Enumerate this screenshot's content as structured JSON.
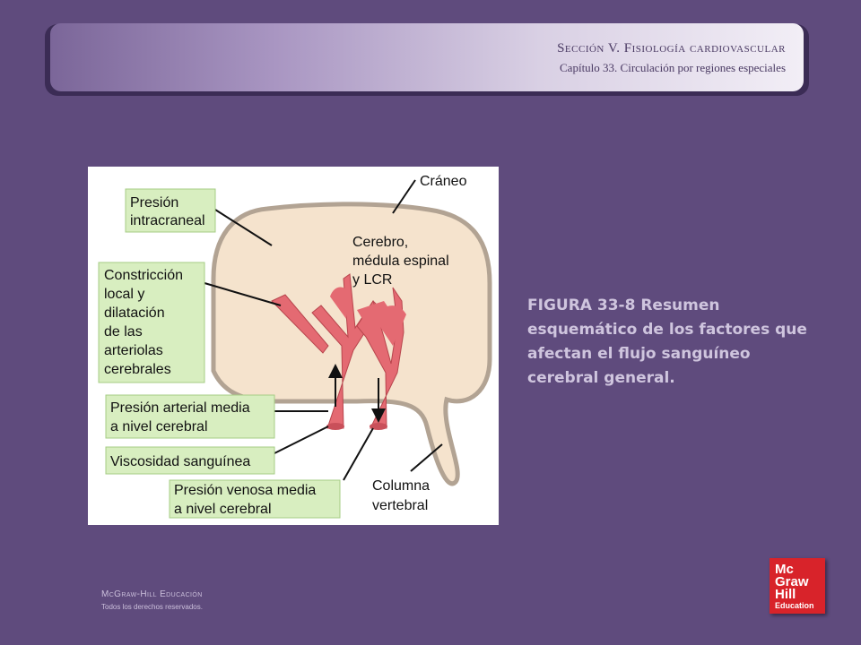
{
  "header": {
    "section": "Sección V.  Fisiología cardiovascular",
    "chapter": "Capítulo 33.  Circulación por regiones especiales"
  },
  "figure": {
    "labels": {
      "craneo": "Cráneo",
      "presion_intracraneal": [
        "Presión",
        "intracraneal"
      ],
      "cerebro": [
        "Cerebro,",
        "médula espinal",
        "y LCR"
      ],
      "constriccion": [
        "Constricción",
        "local y",
        "dilatación",
        "de las",
        "arteriolas",
        "cerebrales"
      ],
      "presion_arterial": [
        "Presión arterial media",
        "a nivel cerebral"
      ],
      "viscosidad": "Viscosidad sanguínea",
      "presion_venosa": [
        "Presión venosa media",
        "a nivel cerebral"
      ],
      "columna": [
        "Columna",
        "vertebral"
      ]
    },
    "colors": {
      "skull_fill": "#f5e3cd",
      "skull_border": "#b2a393",
      "vessel": "#e46a72",
      "label_box": "#d8eec0",
      "label_border": "#a6cc85"
    }
  },
  "caption": "FIGURA 33-8 Resumen esquemático de los factores que afectan el flujo sanguíneo cerebral general.",
  "footer": {
    "brand": "McGraw-Hill Educación",
    "rights": "Todos los derechos reservados."
  },
  "logo": {
    "lines": [
      "Mc",
      "Graw",
      "Hill"
    ],
    "sub": "Education",
    "color": "#d8232a"
  }
}
